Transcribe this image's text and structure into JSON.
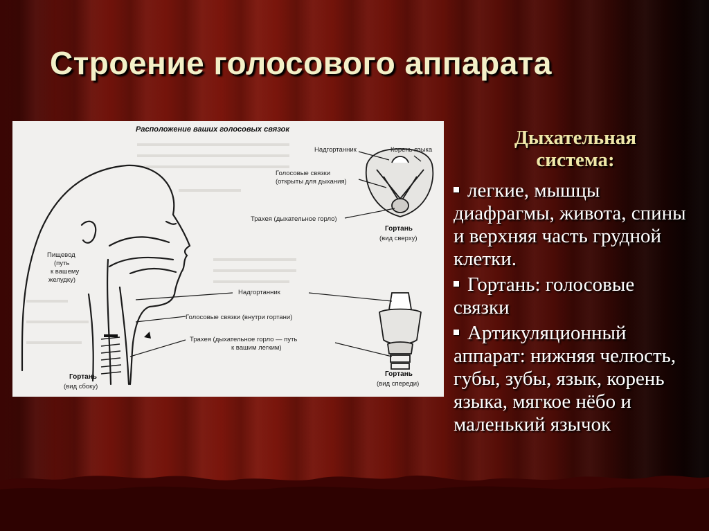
{
  "slide": {
    "title": "Строение голосового аппарата"
  },
  "diagram": {
    "heading": "Расположение ваших голосовых связок",
    "labels": {
      "epiglottis_top": "Надгортанник",
      "tongue_root": "Корень языка",
      "vocal_cords_open_1": "Голосовые связки",
      "vocal_cords_open_2": "(открыты для дыхания)",
      "trachea_top": "Трахея (дыхательное горло)",
      "larynx_top": "Гортань",
      "larynx_top_view": "(вид сверху)",
      "esophagus_1": "Пищевод",
      "esophagus_2": "(путь",
      "esophagus_3": "к вашему",
      "esophagus_4": "желудку)",
      "epiglottis_mid": "Надгортанник",
      "vocal_cords_inside": "Голосовые связки (внутри гортани)",
      "trachea_bottom_1": "Трахея (дыхательное горло — путь",
      "trachea_bottom_2": "к вашим легким)",
      "larynx_side": "Гортань",
      "larynx_side_view": "(вид сбоку)",
      "larynx_front": "Гортань",
      "larynx_front_view": "(вид спереди)"
    }
  },
  "panel": {
    "heading_line1": "Дыхательная",
    "heading_line2": "система:",
    "items": [
      "легкие, мышцы диафрагмы, живота, спины и верхняя часть грудной клетки.",
      "Гортань:  голосовые связки",
      "Артикуляционный аппарат: нижняя челюсть, губы, зубы, язык, корень языка, мягкое нёбо и маленький язычок"
    ]
  },
  "colors": {
    "title": "#f3f0c8",
    "heading": "#efe7a8",
    "body_text": "#ffffff",
    "curtain": "#7c160c"
  }
}
